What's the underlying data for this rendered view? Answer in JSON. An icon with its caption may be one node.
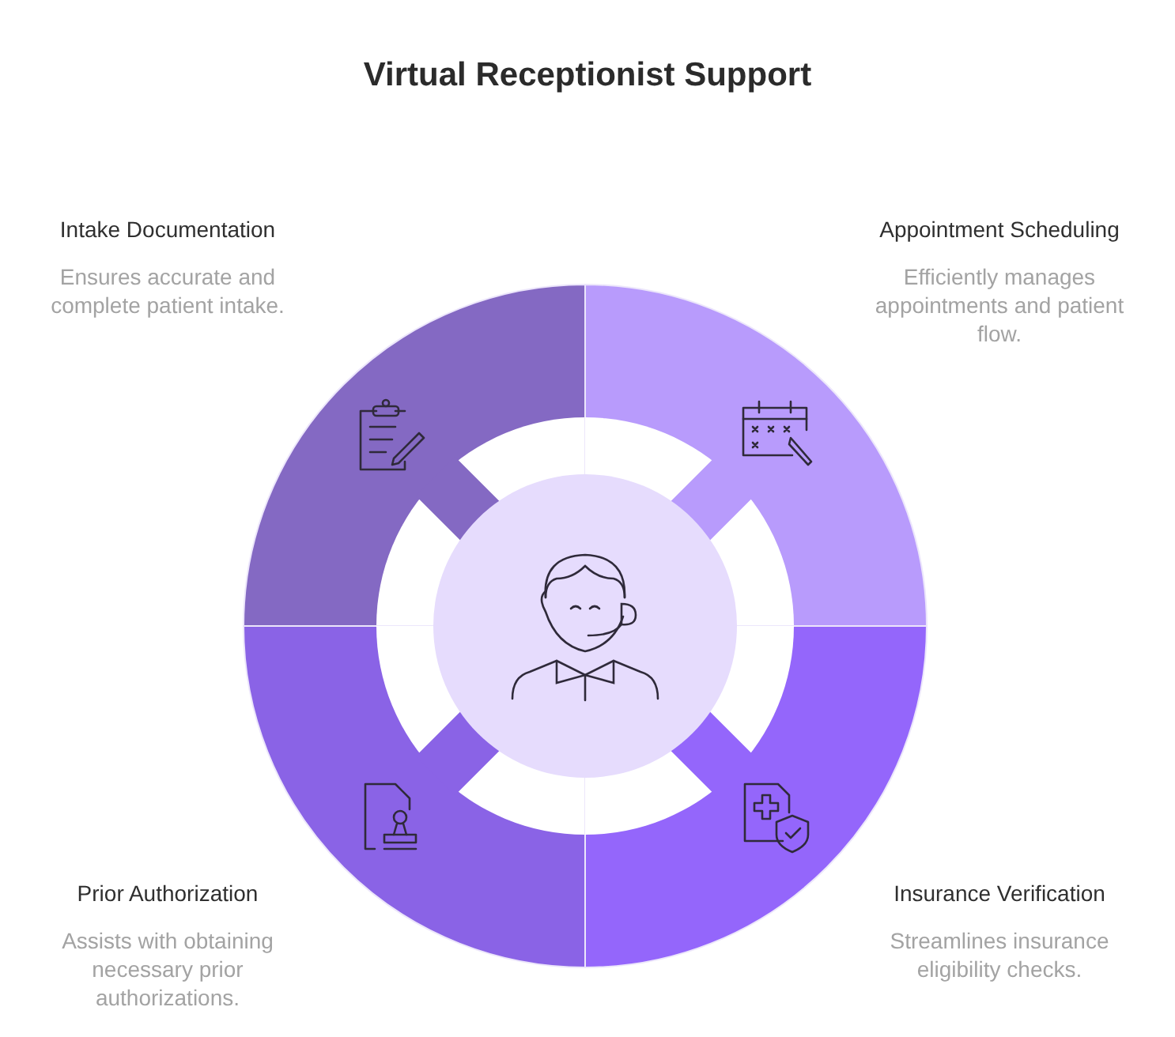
{
  "diagram": {
    "title": "Virtual Receptionist Support",
    "nodes": [
      {
        "text": [
          "Intake Documentation",
          "Ensures accurate and complete patient intake."
        ]
      },
      {
        "text": [
          "Appointment Scheduling",
          "Efficiently manages appointments and patient flow."
        ]
      },
      {
        "text": [
          "Prior Authorization",
          "Assists with obtaining necessary prior authorizations."
        ]
      },
      {
        "text": [
          "Insurance Verification",
          "Streamlines insurance eligibility checks."
        ]
      },
      {
        "text": [],
        "shape": "circle"
      }
    ]
  }
}
